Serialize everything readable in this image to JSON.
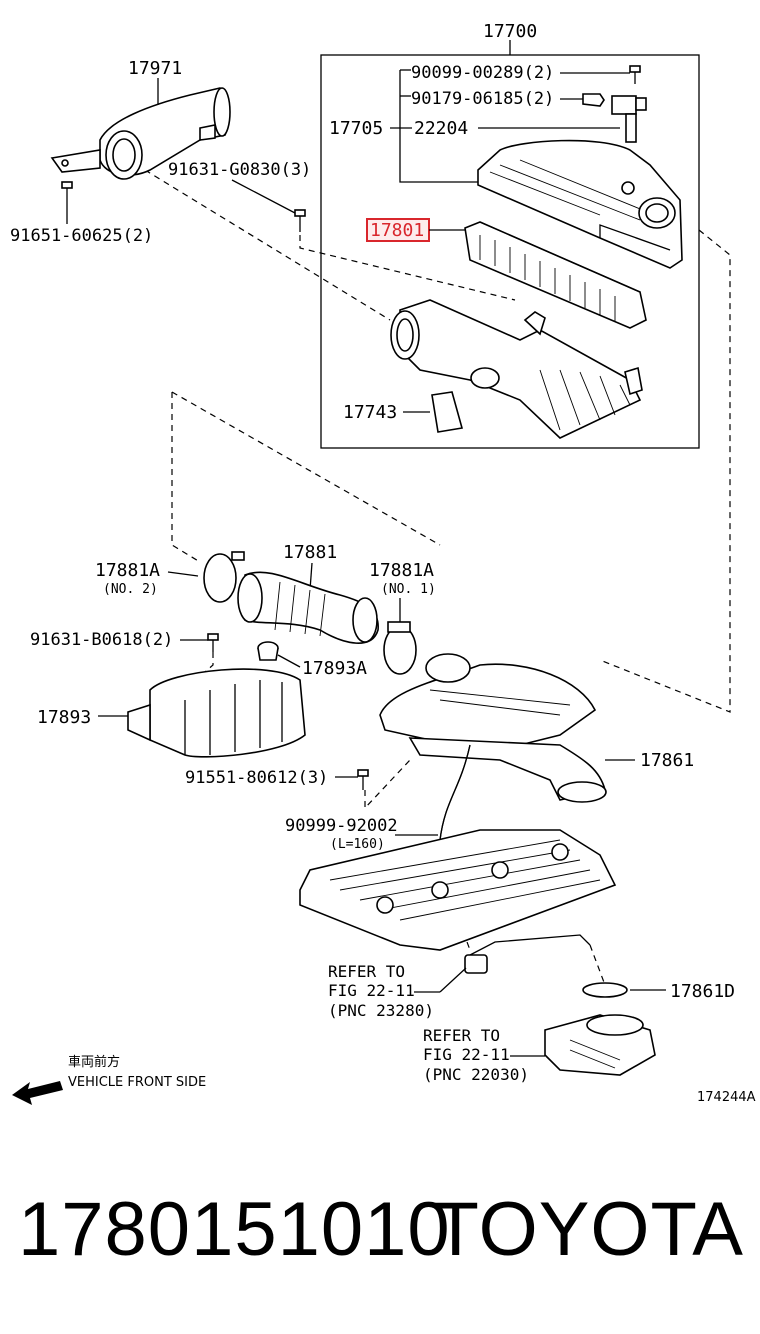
{
  "diagram": {
    "labels": {
      "assy": "17700",
      "inlet_duct": "17971",
      "bolt_a": "91631-G0830(3)",
      "bolt_b": "91651-60625(2)",
      "screw_a": "90099-00289(2)",
      "clamp_a": "90179-06185(2)",
      "cap_group": "17705",
      "sensor": "22204",
      "element": "17801",
      "drain": "17743",
      "clamp_no2": "17881A",
      "clamp_no2_sub": "(NO. 2)",
      "hose": "17881",
      "clamp_no1": "17881A",
      "clamp_no1_sub": "(NO. 1)",
      "bolt_c": "91631-B0618(2)",
      "grommet": "17893A",
      "resonator": "17893",
      "bolt_d": "91551-80612(3)",
      "intake_pipe": "17861",
      "pvc_hose": "90999-92002",
      "pvc_hose_sub": "(L=160)",
      "refer1_line1": "REFER TO",
      "refer1_line2": "FIG 22-11",
      "refer1_line3": "(PNC 23280)",
      "clamp_d": "17861D",
      "refer2_line1": "REFER TO",
      "refer2_line2": "FIG 22-11",
      "refer2_line3": "(PNC 22030)",
      "front_jp": "車両前方",
      "front_en": "VEHICLE FRONT SIDE",
      "fig_code": "174244A"
    },
    "highlight_color": "#d9262c"
  },
  "footer": {
    "part_number": "1780151010",
    "brand": "TOYOTA"
  }
}
